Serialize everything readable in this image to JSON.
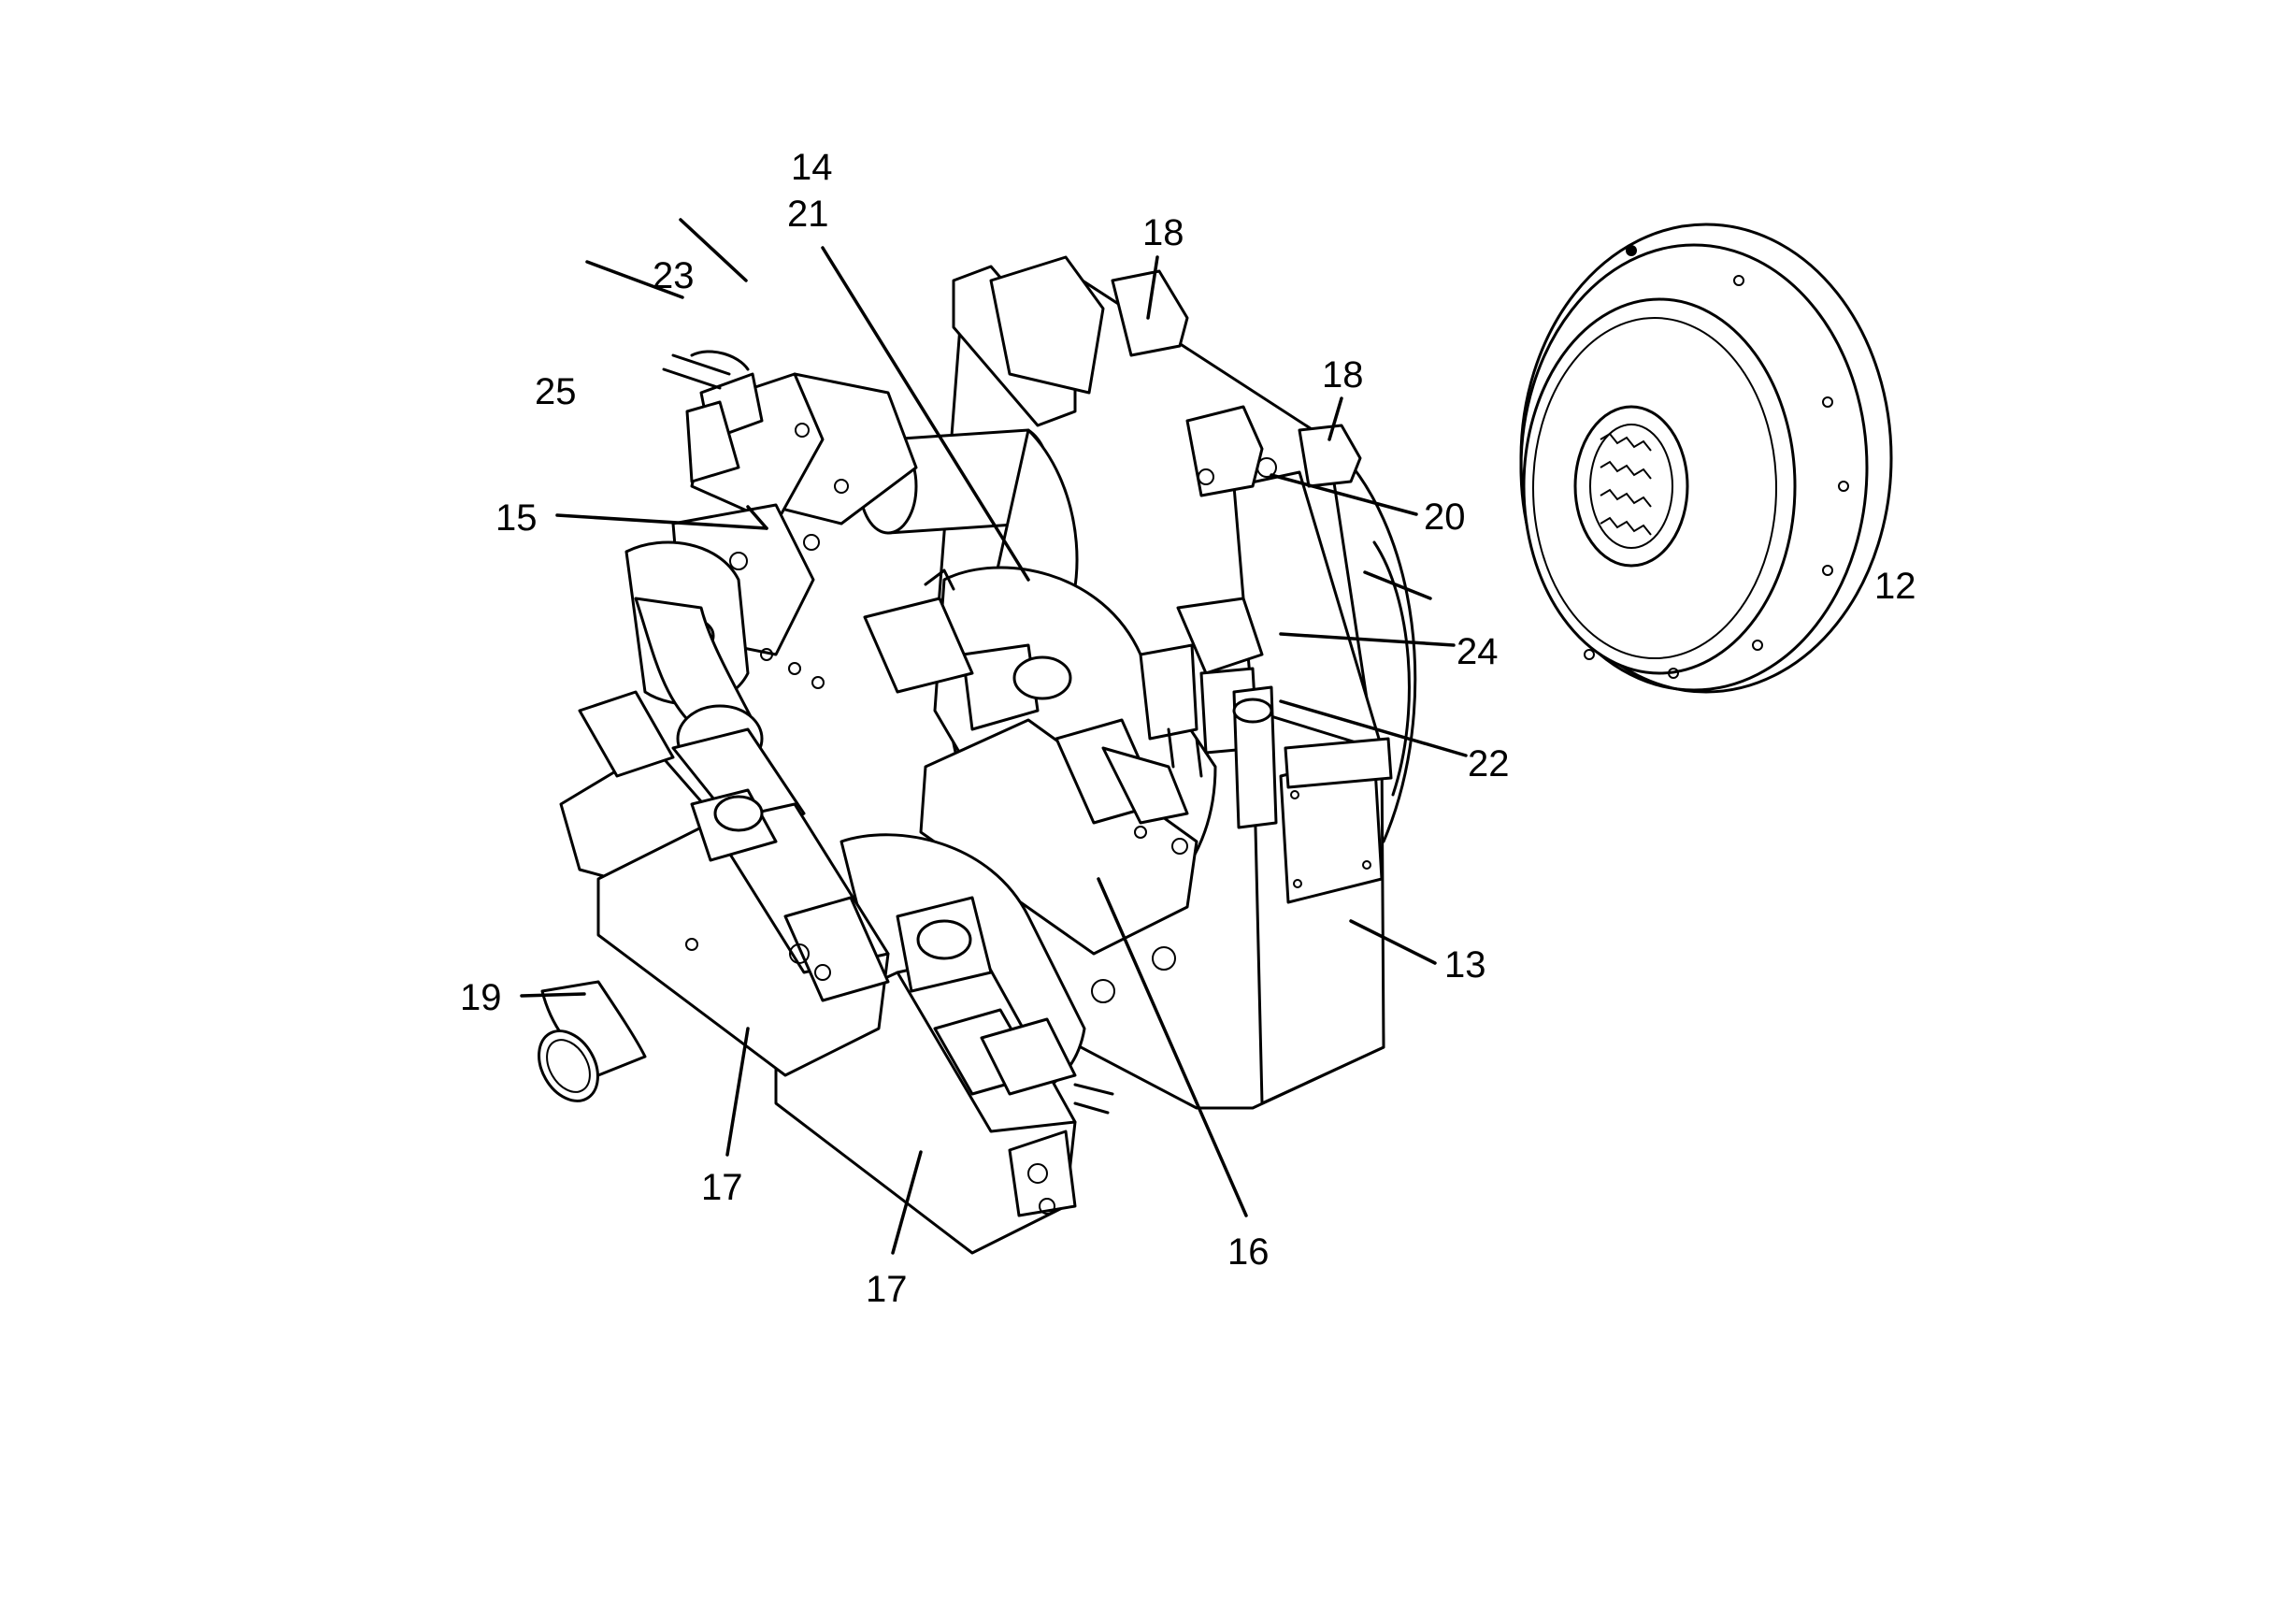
{
  "callouts": [
    {
      "id": "c12",
      "text": "12"
    },
    {
      "id": "c13",
      "text": "13"
    },
    {
      "id": "c14",
      "text": "14"
    },
    {
      "id": "c15",
      "text": "15"
    },
    {
      "id": "c16",
      "text": "16"
    },
    {
      "id": "c17a",
      "text": "17"
    },
    {
      "id": "c17b",
      "text": "17"
    },
    {
      "id": "c18a",
      "text": "18"
    },
    {
      "id": "c18b",
      "text": "18"
    },
    {
      "id": "c19",
      "text": "19"
    },
    {
      "id": "c20",
      "text": "20"
    },
    {
      "id": "c21",
      "text": "21"
    },
    {
      "id": "c22",
      "text": "22"
    },
    {
      "id": "c23",
      "text": "23"
    },
    {
      "id": "c24",
      "text": "24"
    },
    {
      "id": "c25",
      "text": "25"
    }
  ]
}
